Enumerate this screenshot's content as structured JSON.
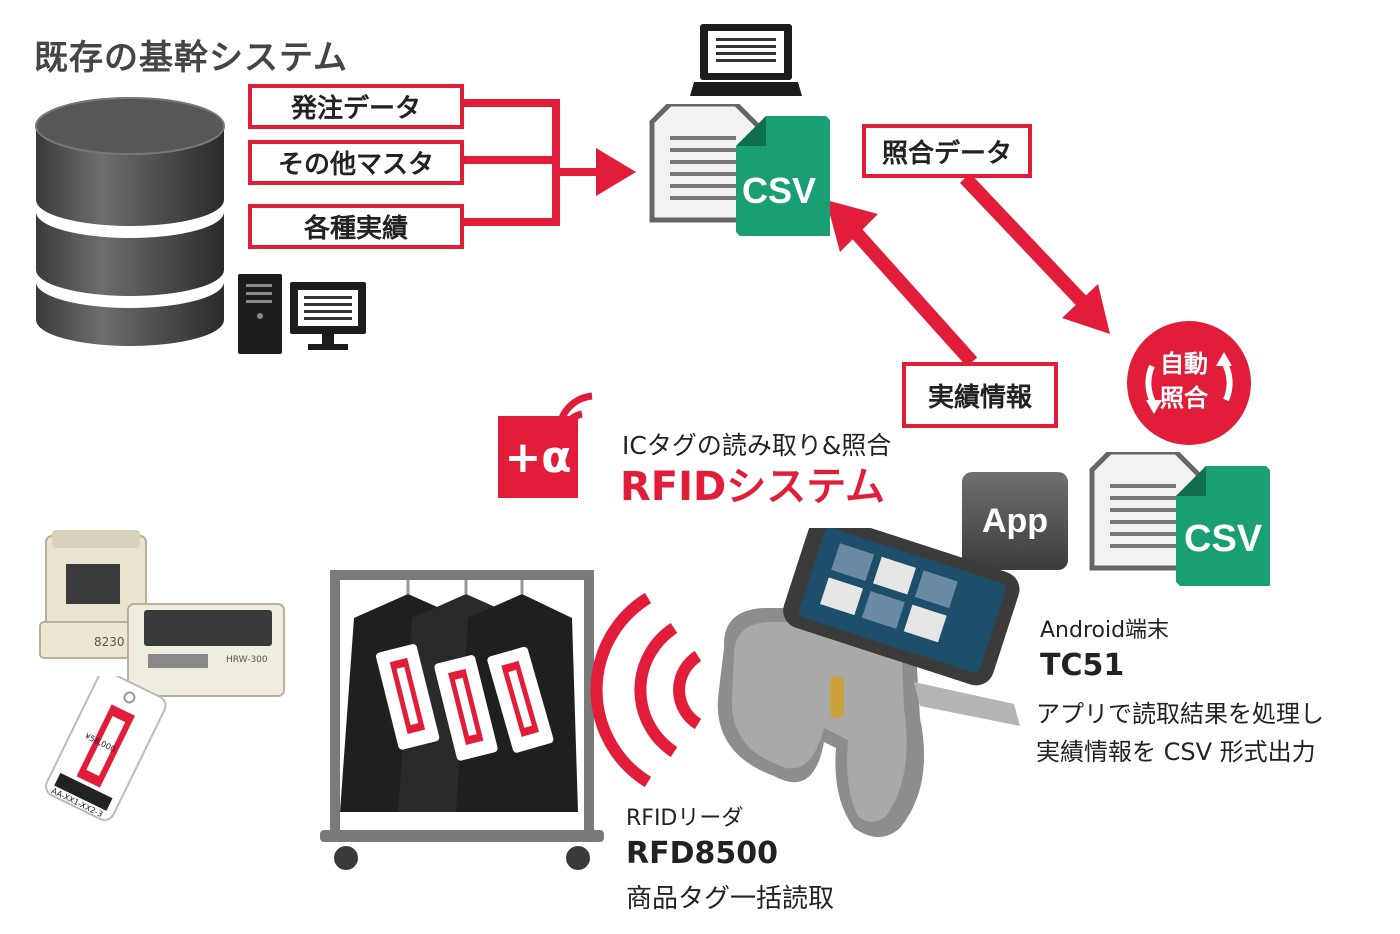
{
  "title": "既存の基幹システム",
  "source_boxes": [
    "発注データ",
    "その他マスタ",
    "各種実績"
  ],
  "csv_label": "CSV",
  "match_data_label": "照合データ",
  "results_label": "実績情報",
  "auto_match": {
    "line1": "自動",
    "line2": "照合"
  },
  "brand": {
    "logo_text": "+α",
    "subtitle": "ICタグの読み取り&照合",
    "name": "RFIDシステム"
  },
  "app_label": "App",
  "csv_label_2": "CSV",
  "android": {
    "label": "Android端末",
    "model": "TC51",
    "desc_line1": "アプリで読取結果を処理し",
    "desc_line2": "実績情報を CSV 形式出力"
  },
  "reader": {
    "label": "RFIDリーダ",
    "model": "RFD8500",
    "desc": "商品タグ一括読取"
  },
  "tag_text": {
    "line1": "AA-XX1-XX2-3",
    "line2": "¥58,000"
  },
  "printer_labels": {
    "front": "8230",
    "back": "HRW-300"
  },
  "colors": {
    "accent_red": "#e21d3a",
    "csv_green": "#1a9e73",
    "dark_gray": "#454545"
  }
}
